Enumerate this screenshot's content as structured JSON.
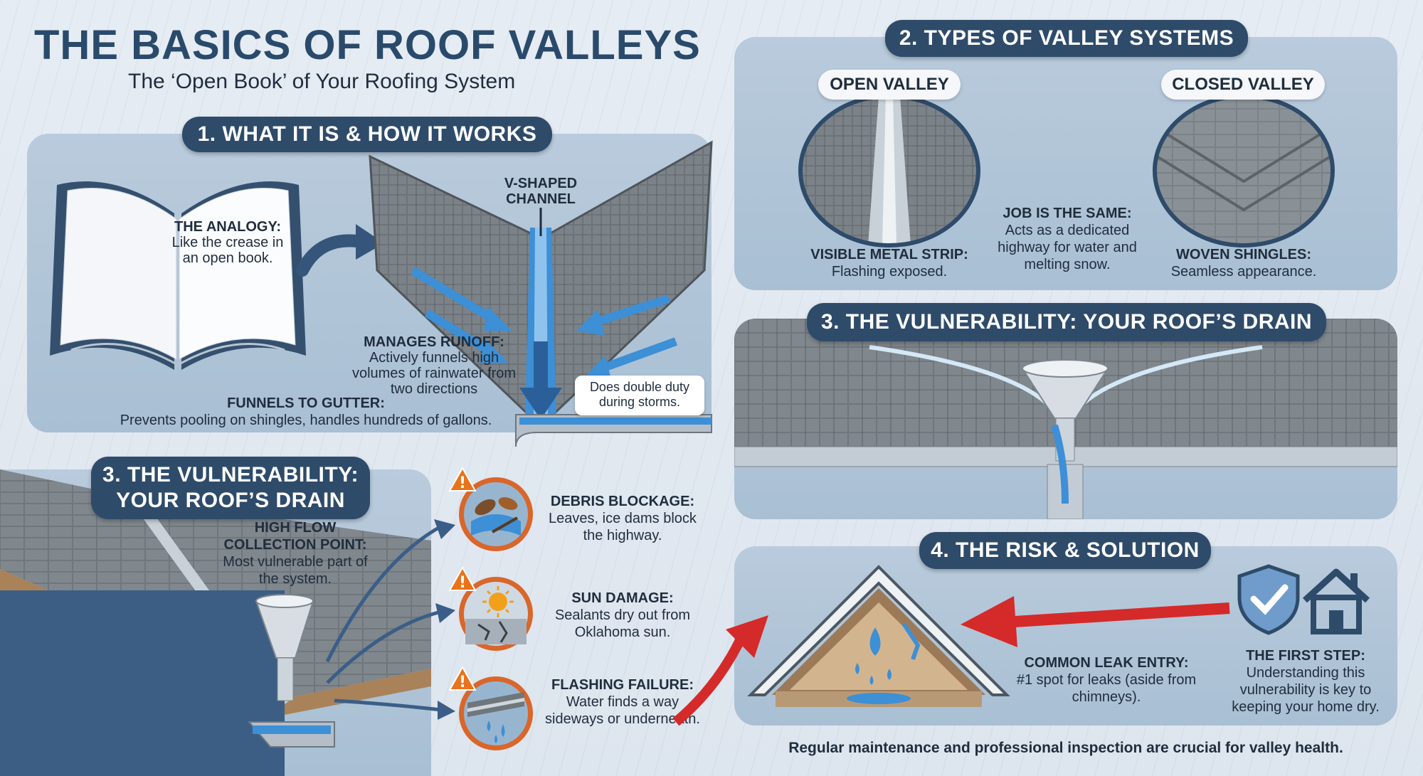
{
  "header": {
    "title": "THE BASICS OF ROOF VALLEYS",
    "subtitle": "The ‘Open Book’ of Your Roofing System"
  },
  "section1": {
    "heading": "1. WHAT IT IS & HOW IT WORKS",
    "analogy_title": "THE ANALOGY:",
    "analogy_text": "Like the crease in an open book.",
    "v_channel": "V-SHAPED CHANNEL",
    "runoff_title": "MANAGES RUNOFF:",
    "runoff_text": "Actively funnels high volumes of rainwater from two directions",
    "double_duty": "Does double duty during storms.",
    "gutter_title": "FUNNELS TO GUTTER:",
    "gutter_text": "Prevents pooling on shingles, handles hundreds of gallons."
  },
  "section2": {
    "heading": "2. TYPES OF VALLEY SYSTEMS",
    "open_label": "OPEN VALLEY",
    "closed_label": "CLOSED VALLEY",
    "open_title": "VISIBLE METAL STRIP:",
    "open_text": "Flashing exposed.",
    "same_title": "JOB IS THE SAME:",
    "same_text": "Acts as a dedicated highway for water and melting snow.",
    "closed_title": "WOVEN SHINGLES:",
    "closed_text": "Seamless appearance."
  },
  "section3": {
    "heading": "3. THE VULNERABILITY: YOUR ROOF’S DRAIN",
    "heading_left_line1": "3. THE VULNERABILITY:",
    "heading_left_line2": "YOUR ROOF’S DRAIN",
    "flow_title": "HIGH FLOW COLLECTION POINT:",
    "flow_text": "Most vulnerable part of the system.",
    "risks": [
      {
        "title": "DEBRIS BLOCKAGE:",
        "text": "Leaves, ice dams block the highway."
      },
      {
        "title": "SUN DAMAGE:",
        "text": "Sealants dry out from Oklahoma sun."
      },
      {
        "title": "FLASHING FAILURE:",
        "text": "Water finds a way sideways or underneath."
      }
    ]
  },
  "section4": {
    "heading": "4. THE RISK & SOLUTION",
    "leak_title": "COMMON LEAK ENTRY:",
    "leak_text": "#1 spot for leaks (aside from chimneys).",
    "step_title": "THE FIRST STEP:",
    "step_text": "Understanding this vulnerability is key to keeping your home dry.",
    "footer": "Regular maintenance and professional inspection are crucial for valley health."
  },
  "colors": {
    "navy": "#2e4b6a",
    "water_blue": "#3d8fd6",
    "warning_orange": "#e8731c",
    "alert_red": "#d42a2a",
    "panel_blue": "#b0c4d8"
  }
}
